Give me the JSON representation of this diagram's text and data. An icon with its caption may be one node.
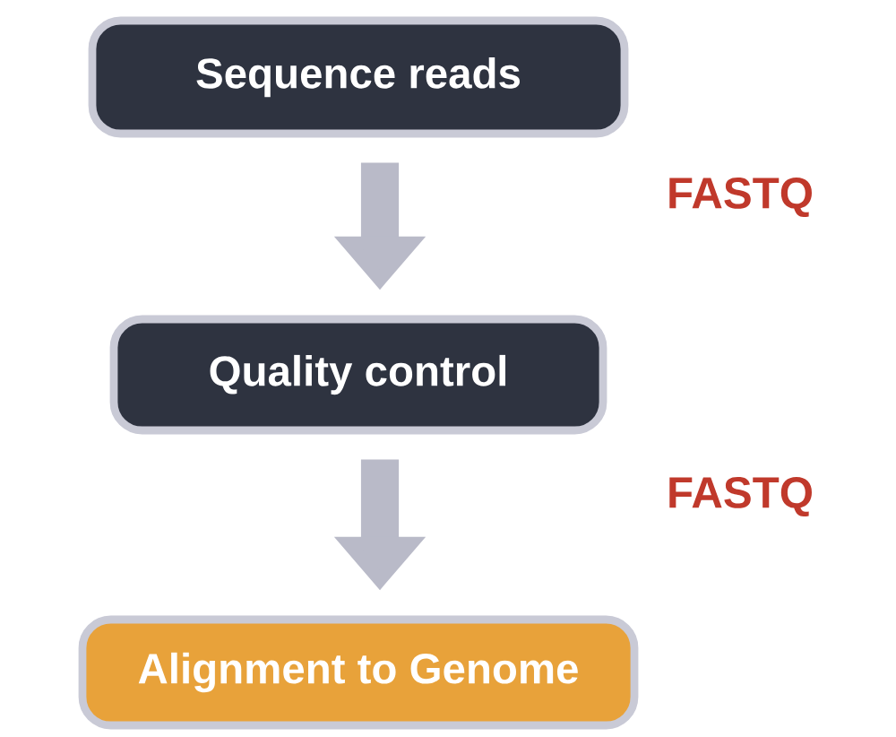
{
  "diagram": {
    "nodes": [
      {
        "text": [
          "Sequence reads"
        ]
      },
      {
        "text": [
          "Quality control"
        ]
      },
      {
        "text": [
          "Alignment to Genome"
        ]
      }
    ],
    "edges": [
      {
        "from": 0,
        "to": 1,
        "arrow": "to"
      },
      {
        "from": 1,
        "to": 2,
        "arrow": "to"
      }
    ],
    "labels": [
      "FASTQ",
      "FASTQ"
    ]
  }
}
